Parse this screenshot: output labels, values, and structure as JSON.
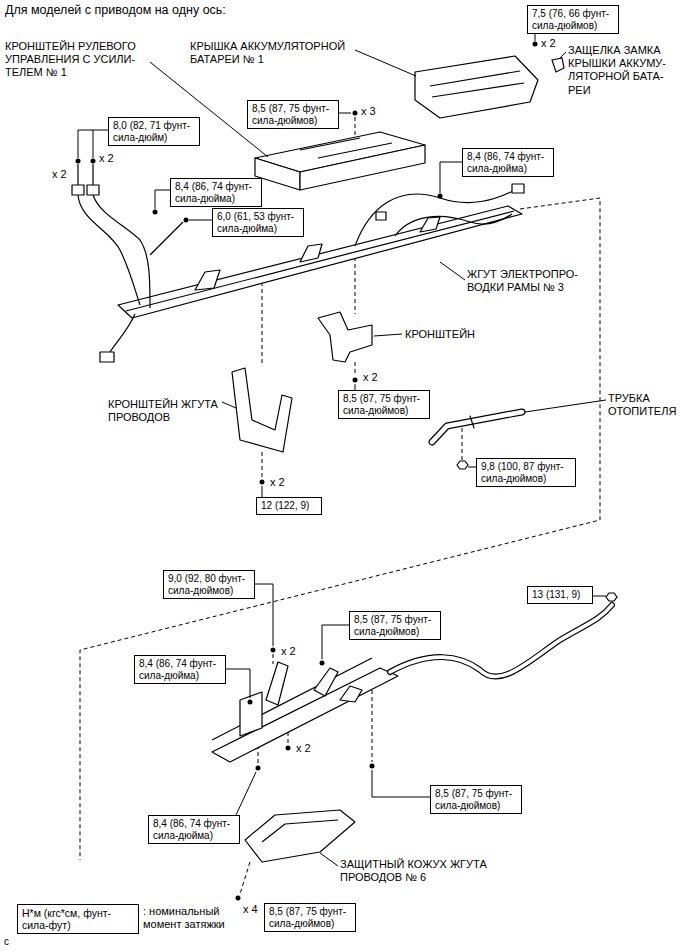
{
  "diagram": {
    "title": "Для моделей с приводом на одну ось:",
    "nodes": [
      {
        "text": [
          "7,5 (76, 66 фунт- сила-дюймов)"
        ]
      },
      {
        "text": [
          "8,5 (87, 75 фунт- сила-дюймов)"
        ]
      },
      {
        "text": [
          "8,0 (82, 71 фунт- сила-дюйм)"
        ]
      },
      {
        "text": [
          "8,4 (86, 74 фунт- сила-дюйма)"
        ]
      },
      {
        "text": [
          "8,4 (86, 74 фунт- сила-дюйма)"
        ]
      },
      {
        "text": [
          "6,0 (61, 53 фунт- сила-дюйма)"
        ]
      },
      {
        "text": [
          "8,5 (87, 75 фунт- сила-дюймов)"
        ]
      },
      {
        "text": [
          "9,8 (100, 87 фунт- сила-дюймов)"
        ]
      },
      {
        "text": [
          "12 (122, 9)"
        ]
      },
      {
        "text": [
          "9,0 (92, 80 фунт- сила-дюймов)"
        ]
      },
      {
        "text": [
          "13 (131, 9)"
        ]
      },
      {
        "text": [
          "8,5 (87, 75 фунт- сила-дюймов)"
        ]
      },
      {
        "text": [
          "8,4 (86, 74 фунт- сила-дюйма)"
        ]
      },
      {
        "text": [
          "8,5 (87, 75 фунт- сила-дюймов)"
        ]
      },
      {
        "text": [
          "8,4 (86, 74 фунт- сила-дюйма)"
        ]
      },
      {
        "text": [
          "Н*м (кгс*см, фунт- сила-фут)"
        ]
      },
      {
        "text": [
          "8,5 (87, 75 фунт- сила-дюймов)"
        ]
      }
    ],
    "labels": [
      "КРОНШТЕЙН РУЛЕВОГО УПРАВЛЕНИЯ С УСИЛИ- ТЕЛЕМ № 1",
      "КРЫШКА АККУМУЛЯТОРНОЙ БАТАРЕИ № 1",
      "x 2",
      "ЗАЩЕЛКА ЗАМКА КРЫШКИ АККУМУ- ЛЯТОРНОЙ БАТА- РЕИ",
      "x 3",
      "x 2",
      "x 2",
      "ЖГУТ ЭЛЕКТРОПРО- ВОДКИ РАМЫ № 3",
      "КРОНШТЕЙН",
      "x 2",
      "ТРУБКА ОТОПИТЕЛЯ",
      "КРОНШТЕЙН ЖГУТА ПРОВОДОВ",
      "x 2",
      "x 2",
      "x 2",
      "ЗАЩИТНЫЙ КОЖУХ ЖГУТА ПРОВОДОВ № 6",
      "x 4",
      ": номинальный момент затяжки",
      "c"
    ]
  }
}
